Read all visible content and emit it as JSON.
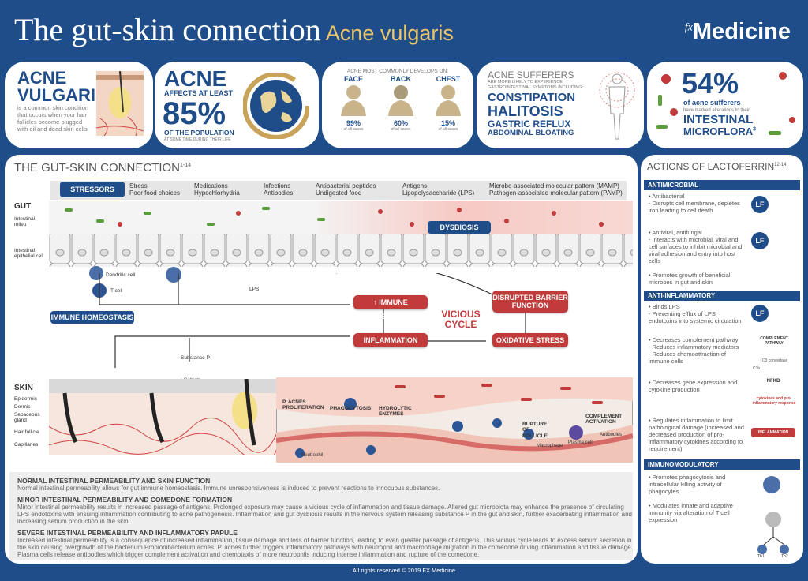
{
  "header": {
    "title": "The gut-skin connection",
    "subtitle": "Acne vulgaris",
    "logo": "Medicine",
    "logo_prefix": "fx"
  },
  "cards": {
    "c1": {
      "big": "ACNE VULGARIS",
      "text": "is a common skin condition that occurs when your hair follicles become plugged with oil and dead skin cells"
    },
    "c2": {
      "big": "ACNE",
      "line1": "AFFECTS AT LEAST",
      "pct": "85%",
      "line2": "OF THE POPULATION",
      "line3": "AT SOME TIME DURING THEIR LIFE"
    },
    "c3": {
      "title": "ACNE MOST COMMONLY DEVELOPS ON:",
      "areas": [
        {
          "name": "FACE",
          "pct": "99%",
          "sub": "of all cases"
        },
        {
          "name": "BACK",
          "pct": "60%",
          "sub": "of all cases"
        },
        {
          "name": "CHEST",
          "pct": "15%",
          "sub": "of all cases"
        }
      ]
    },
    "c4": {
      "line1": "ACNE SUFFERERS",
      "line2": "ARE MORE LIKELY TO EXPERIENCE",
      "line3": "GASTROINTESTINAL SYMPTOMS INCLUDING:",
      "s1": "CONSTIPATION",
      "s2": "HALITOSIS",
      "s3": "GASTRIC REFLUX",
      "s4": "ABDOMINAL BLOATING"
    },
    "c5": {
      "pct": "54%",
      "line1": "of acne sufferers",
      "line2": "have marked alterations to their",
      "line3": "INTESTINAL",
      "line4": "MICROFLORA",
      "sup": "3"
    }
  },
  "gut_skin": {
    "heading": "THE GUT-SKIN CONNECTION",
    "heading_sup": "1-14",
    "stressors": "STRESSORS",
    "stressor_cols": [
      [
        "Stress",
        "Poor food choices"
      ],
      [
        "Medications",
        "Hypochlorhydria"
      ],
      [
        "Infections",
        "Antibodies"
      ],
      [
        "Antibacterial peptides",
        "Undigested food"
      ],
      [
        "Antigens",
        "Lipopolysaccharide (LPS)"
      ],
      [
        "Microbe-associated molecular pattern (MAMP)",
        "Pathogen-associated molecular pattern (PAMP)"
      ]
    ],
    "gut": "GUT",
    "intestinal_mileu": "Intestinal mileu",
    "epithelial": "Intestinal epithelial cell",
    "dendritic": "Dendritic cell",
    "tcell": "T cell",
    "lps": "LPS",
    "dysbiosis": "DYSBIOSIS",
    "immune_homeostasis": "IMMUNE HOMEOSTASIS",
    "immune_response": "↑ IMMUNE RESPONSE",
    "disrupted": "DISRUPTED BARRIER FUNCTION",
    "vicious": "VICIOUS CYCLE",
    "inflammation": "INFLAMMATION",
    "oxidative": "OXIDATIVE STRESS",
    "substance_p": "↑ Substance P",
    "sebum": "↑ Sebum",
    "skin": "SKIN",
    "skin_labels": [
      "Epidermis",
      "Dermis",
      "Sebaceous gland",
      "Hair follicle",
      "Capillaries"
    ],
    "p_acnes": "P. ACNES PROLIFERATION",
    "phagocytosis": "PHAGOCYTOSIS",
    "hydrolytic": "HYDROLYTIC ENZYMES",
    "rupture": "RUPTURE OF FOLLICLE",
    "complement": "COMPLEMENT ACTIVATION",
    "neutrophil": "Neutrophil",
    "macrophage": "Macrophage",
    "plasma": "Plasma cell",
    "antibodies": "Antibodies",
    "bottom": [
      {
        "h": "NORMAL INTESTINAL PERMEABILITY AND SKIN FUNCTION",
        "b": "Normal intestinal permeability allows for gut immune homeostasis. Immune unresponsiveness is induced to prevent reactions to innocuous substances."
      },
      {
        "h": "MINOR INTESTINAL PERMEABILITY AND COMEDONE FORMATION",
        "b": "Minor intestinal permeability results in increased passage of antigens. Prolonged exposure may cause a vicious cycle of inflammation and tissue damage. Altered gut microbiota may enhance the presence of circulating LPS endotoxins with ensuing inflammation contributing to acne pathogenesis. Inflammation and gut dysbiosis results in the nervous system releasing substance P in the gut and skin, further exacerbating inflammation and increasing sebum production in the skin."
      },
      {
        "h": "SEVERE INTESTINAL PERMEABILITY AND INFLAMMATORY PAPULE",
        "b": "Increased intestinal permeability is a consequence of increased inflammation, tissue damage and loss of barrier function, leading to even greater passage of antigens. This vicious cycle leads to excess sebum secretion in the skin causing overgrowth of the bacterium Propionibacterium acnes. P. acnes further triggers inflammatory pathways with neutrophil and macrophage migration in the comedone driving inflammation and tissue damage. Plasma cells release antibodies which trigger complement activation and chemotaxis of more neutrophils inducing intense inflammation and rupture of the comedone."
      }
    ]
  },
  "lactoferrin": {
    "heading": "ACTIONS OF LACTOFERRIN",
    "heading_sup": "12-14",
    "lf": "LF",
    "antimicrobial": "ANTIMICROBIAL",
    "am1": "• Antibacterial\n  - Disrupts cell membrane, depletes iron leading to cell death",
    "am2": "• Antiviral, antifungal\n  - Interacts with microbial, viral and cell surfaces to inhibit microbial and viral adhesion and entry into host cells",
    "am3": "• Promotes growth of beneficial microbes in gut and skin",
    "antiinflammatory": "ANTI-INFLAMMATORY",
    "ai1": "• Binds LPS\n  - Preventing efflux of LPS endotoxins into systemic circulation",
    "ai2": "• Decreases complement pathway\n  - Reduces inflammatory mediators\n  - Reduces chemoattraction of immune cells",
    "ai2_label": "COMPLEMENT PATHWAY",
    "c3_conv": "C3 convertase",
    "c3b": "C3b",
    "ai3": "• Decreases gene expression and cytokine production",
    "nfkb": "NFKB",
    "nfkb_sub": "cytokines and pro-inflammatory response",
    "ai4": "• Regulates inflammation to limit pathological damage (increased and decreased production of pro-inflammatory cytokines according to requirement)",
    "inflammation": "INFLAMMATION",
    "immunomodulatory": "IMMUNOMODULATORY",
    "im1": "• Promotes phagocytosis and intracellular killing activity of phagocytes",
    "im2": "• Modulates innate and adaptive immunity via alteration of T cell expression",
    "th1": "Th1",
    "th2": "Th2"
  },
  "footer": "All rights reserved © 2019 FX Medicine",
  "colors": {
    "navy": "#1f4d8a",
    "red": "#c23b3b",
    "gold": "#e9c56b"
  }
}
